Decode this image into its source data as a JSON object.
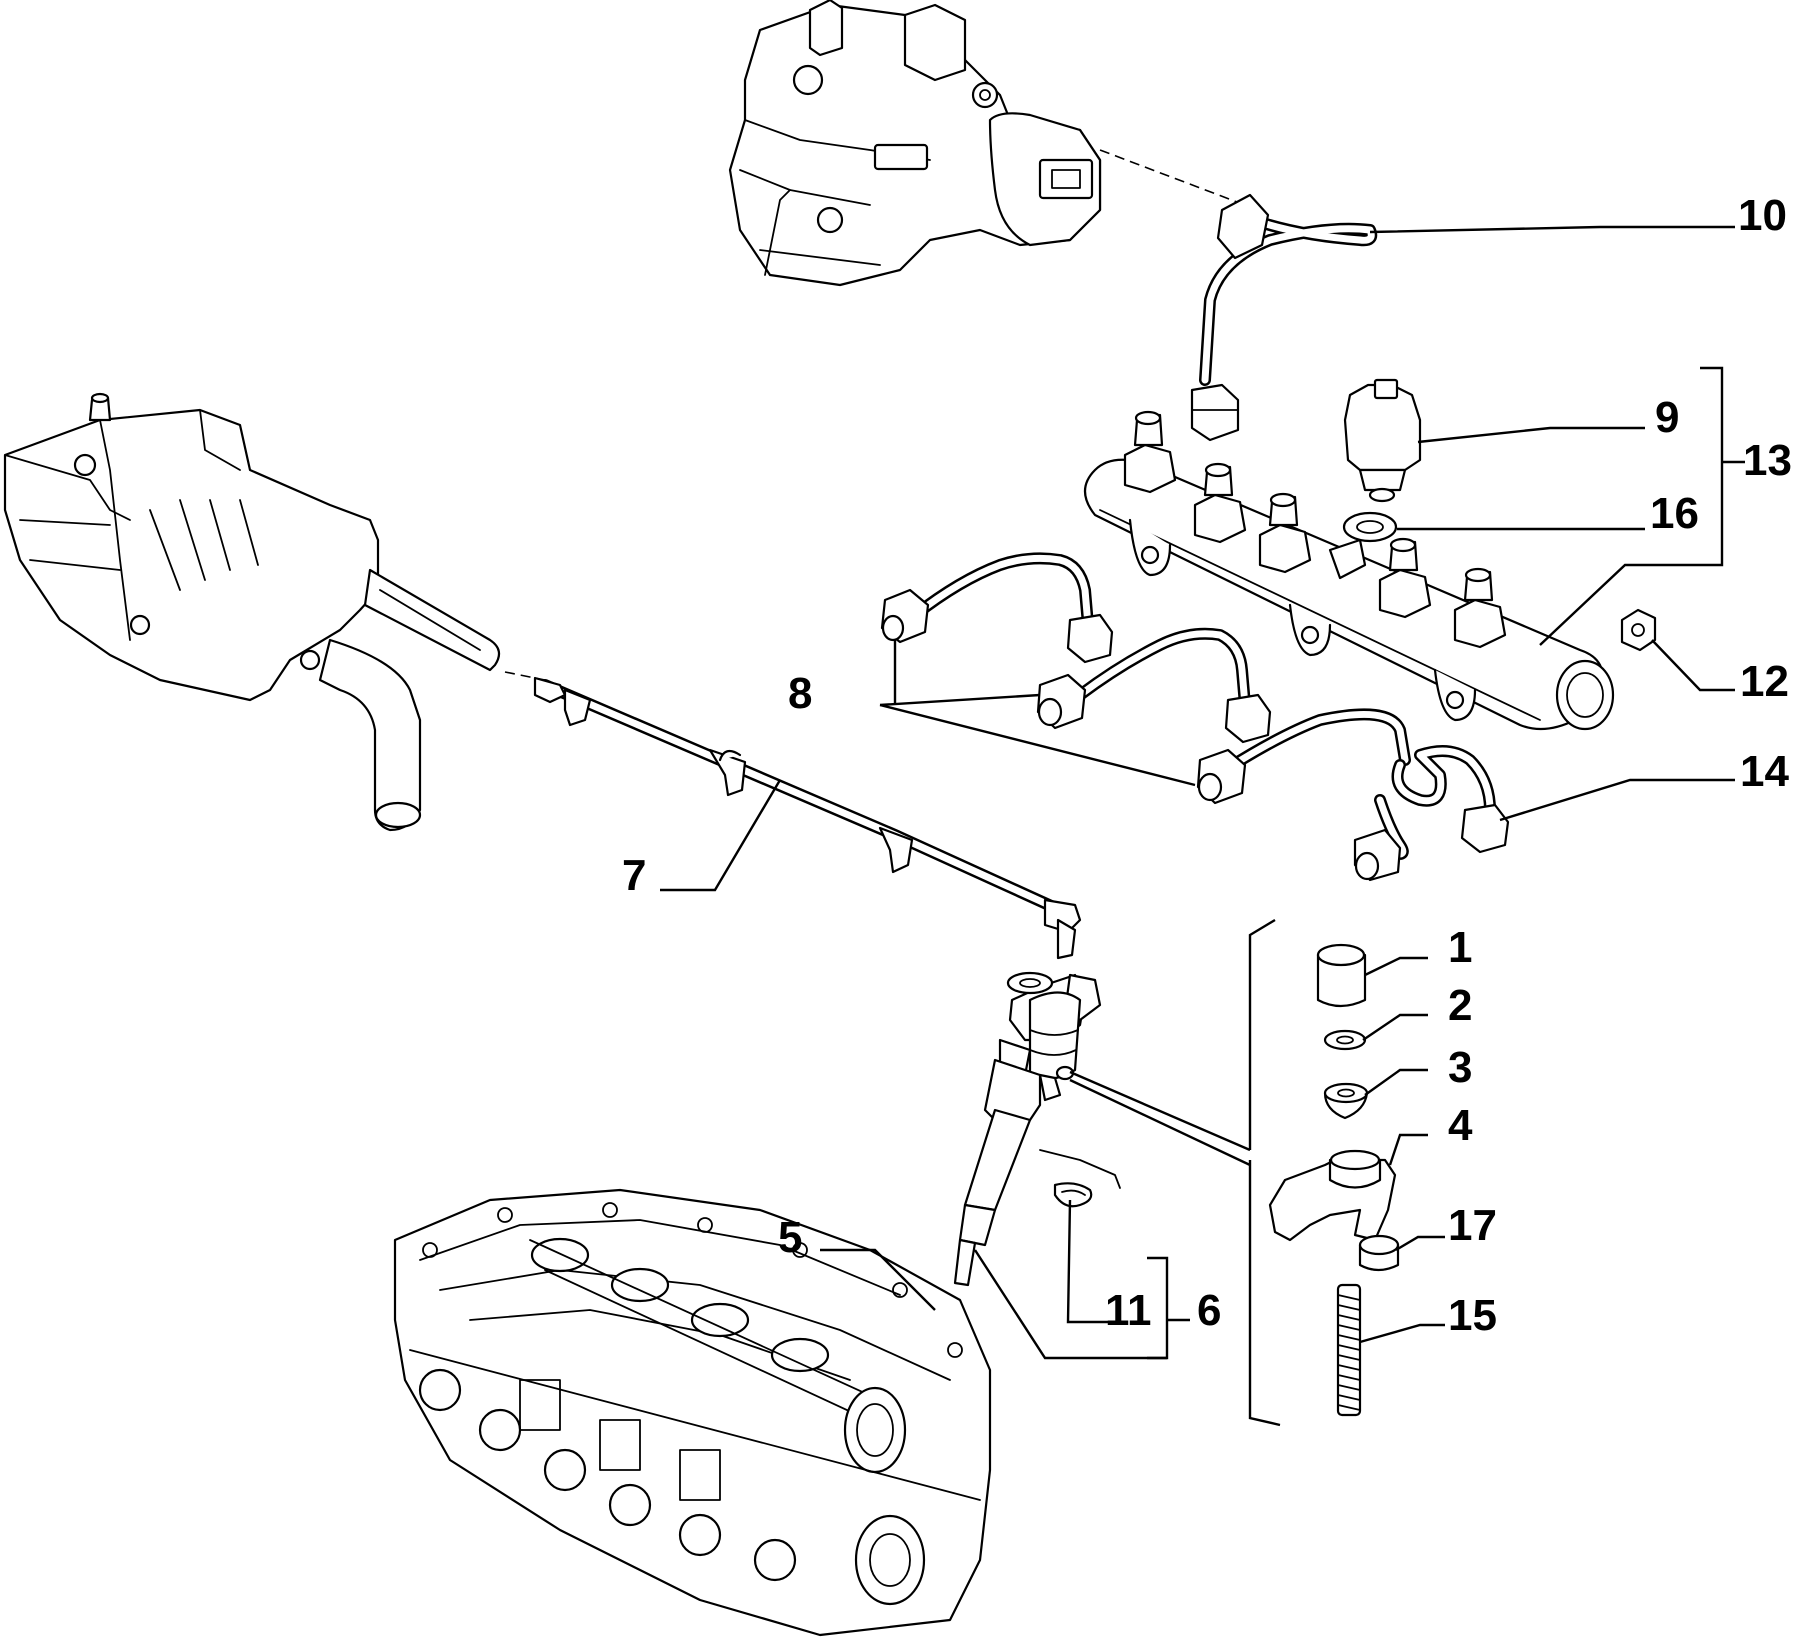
{
  "callouts": [
    {
      "id": "c1",
      "label": "1"
    },
    {
      "id": "c2",
      "label": "2"
    },
    {
      "id": "c3",
      "label": "3"
    },
    {
      "id": "c4",
      "label": "4"
    },
    {
      "id": "c5",
      "label": "5"
    },
    {
      "id": "c6",
      "label": "6"
    },
    {
      "id": "c7",
      "label": "7"
    },
    {
      "id": "c8",
      "label": "8"
    },
    {
      "id": "c9",
      "label": "9"
    },
    {
      "id": "c10",
      "label": "10"
    },
    {
      "id": "c11",
      "label": "11"
    },
    {
      "id": "c12",
      "label": "12"
    },
    {
      "id": "c13",
      "label": "13"
    },
    {
      "id": "c14",
      "label": "14"
    },
    {
      "id": "c15",
      "label": "15"
    },
    {
      "id": "c16",
      "label": "16"
    },
    {
      "id": "c17",
      "label": "17"
    }
  ],
  "colors": {
    "line": "#000000",
    "background": "#ffffff"
  }
}
